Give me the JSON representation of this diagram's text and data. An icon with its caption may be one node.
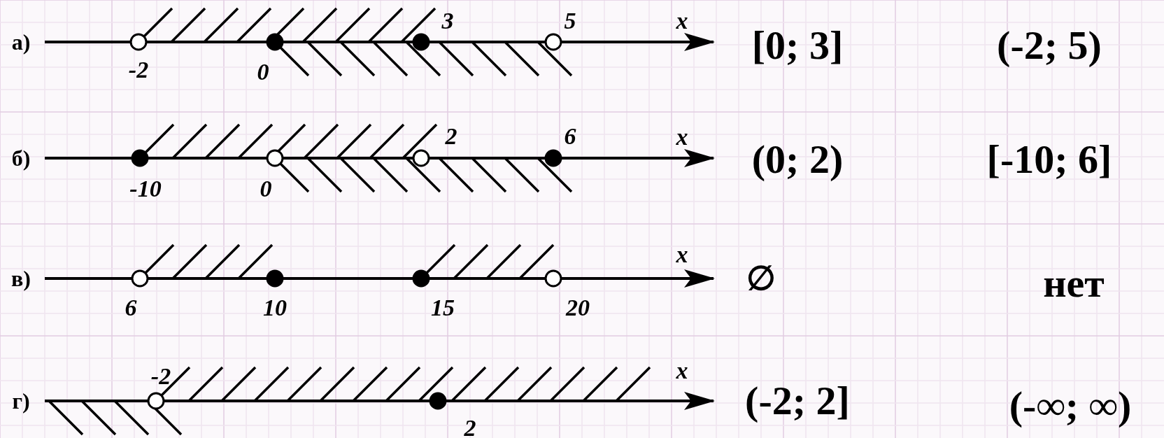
{
  "diagram": {
    "labels": [
      "а)",
      "-2",
      "0",
      "3",
      "5",
      "x",
      "[0; 3]",
      "(-2; 5)",
      "б)",
      "-10",
      "0",
      "2",
      "6",
      "x",
      "(0; 2)",
      "[-10; 6]",
      "в)",
      "6",
      "10",
      "15",
      "20",
      "x",
      "∅",
      "нет",
      "г)",
      "-2",
      "2",
      "x",
      "(-2; 2]",
      "(-∞; ∞)"
    ]
  }
}
